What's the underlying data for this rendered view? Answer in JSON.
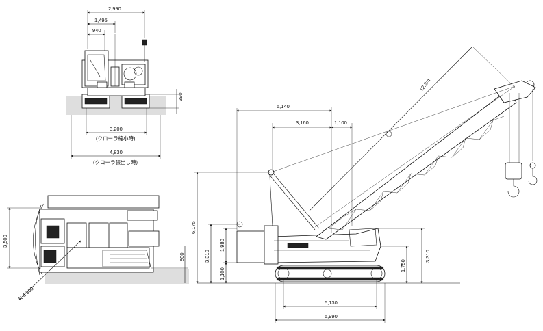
{
  "front_view": {
    "dim_overall_width": "2,990",
    "dim_half_width": "1,495",
    "dim_cab_offset": "940",
    "dim_clearance": "390",
    "dim_crawler_retracted": "3,200",
    "label_crawler_retracted": "(クローラ縮小時)",
    "dim_crawler_extended": "4,830",
    "label_crawler_extended": "(クローラ張出し時)"
  },
  "top_view": {
    "dim_width": "3,500",
    "dim_tail_radius": "R 4,300",
    "dim_height": "800"
  },
  "side_view": {
    "dim_mast_reach": "5,140",
    "dim_rear_mast": "3,160",
    "dim_pivot_offset": "1,100",
    "dim_boom_length": "12.2m",
    "dim_total_height": "6,175",
    "dim_cab_height_left": "3,310",
    "dim_mast_height": "1,980",
    "dim_counterweight_clearance": "1,100",
    "dim_track_height": "1,750",
    "dim_cab_height_right": "3,310",
    "dim_tumbler_distance": "5,130",
    "dim_overall_length": "5,990"
  },
  "colors": {
    "line": "#111111",
    "ground": "#dedede",
    "background": "#ffffff"
  }
}
